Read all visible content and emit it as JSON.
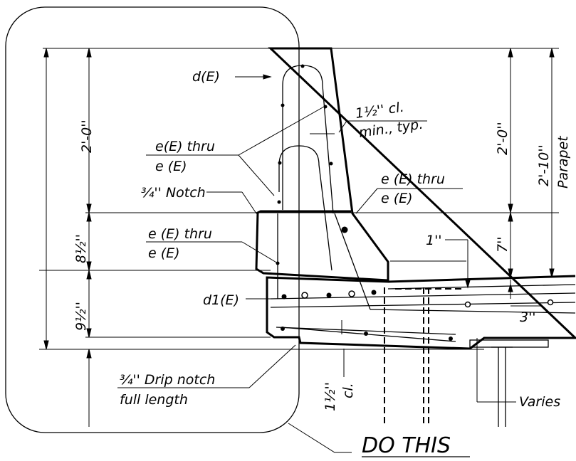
{
  "callouts": {
    "d_e": "d(E)",
    "cl_top": "1½'' cl.",
    "cl_top_2": "min., typ.",
    "e_e_thru_1a": "e(E) thru",
    "e_e_thru_1b": "e (E)",
    "notch": "¾'' Notch",
    "e_e_thru_2a": "e (E) thru",
    "e_e_thru_2b": "e (E)",
    "e_e_thru_3a": "e (E) thru",
    "e_e_thru_3b": "e (E)",
    "d1_e": "d1(E)",
    "one_inch": "1''",
    "three_inch": "3''",
    "drip_1": "¾'' Drip notch",
    "drip_2": "full length",
    "cl_bottom": "1½''",
    "cl_bottom_2": "cl.",
    "varies": "Varies"
  },
  "dimensions": {
    "left_total": "2'-0''",
    "left_mid": "8½''",
    "left_low": "9½''",
    "right_upper": "2'-0''",
    "right_lower": "7''",
    "parapet_height": "2'-10''",
    "parapet_label": "Parapet"
  },
  "annotation": {
    "do_this": "DO THIS"
  }
}
